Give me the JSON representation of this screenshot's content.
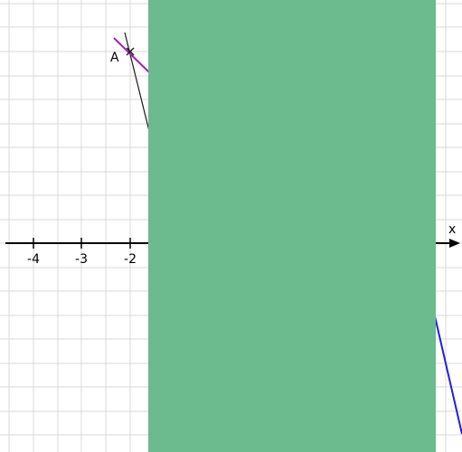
{
  "axes": {
    "x_label": "x",
    "tick_labels": [
      "-4",
      "-3",
      "-2"
    ]
  },
  "points": {
    "A": {
      "label": "A",
      "x": -2,
      "y": 8
    }
  },
  "colors": {
    "grid": "#d9d9d9",
    "axis": "#000000",
    "overlay": "#6bbb8f",
    "purple_line": "#a020b0",
    "blue_line": "#1f1fe0",
    "black_line": "#1a1a1a"
  }
}
